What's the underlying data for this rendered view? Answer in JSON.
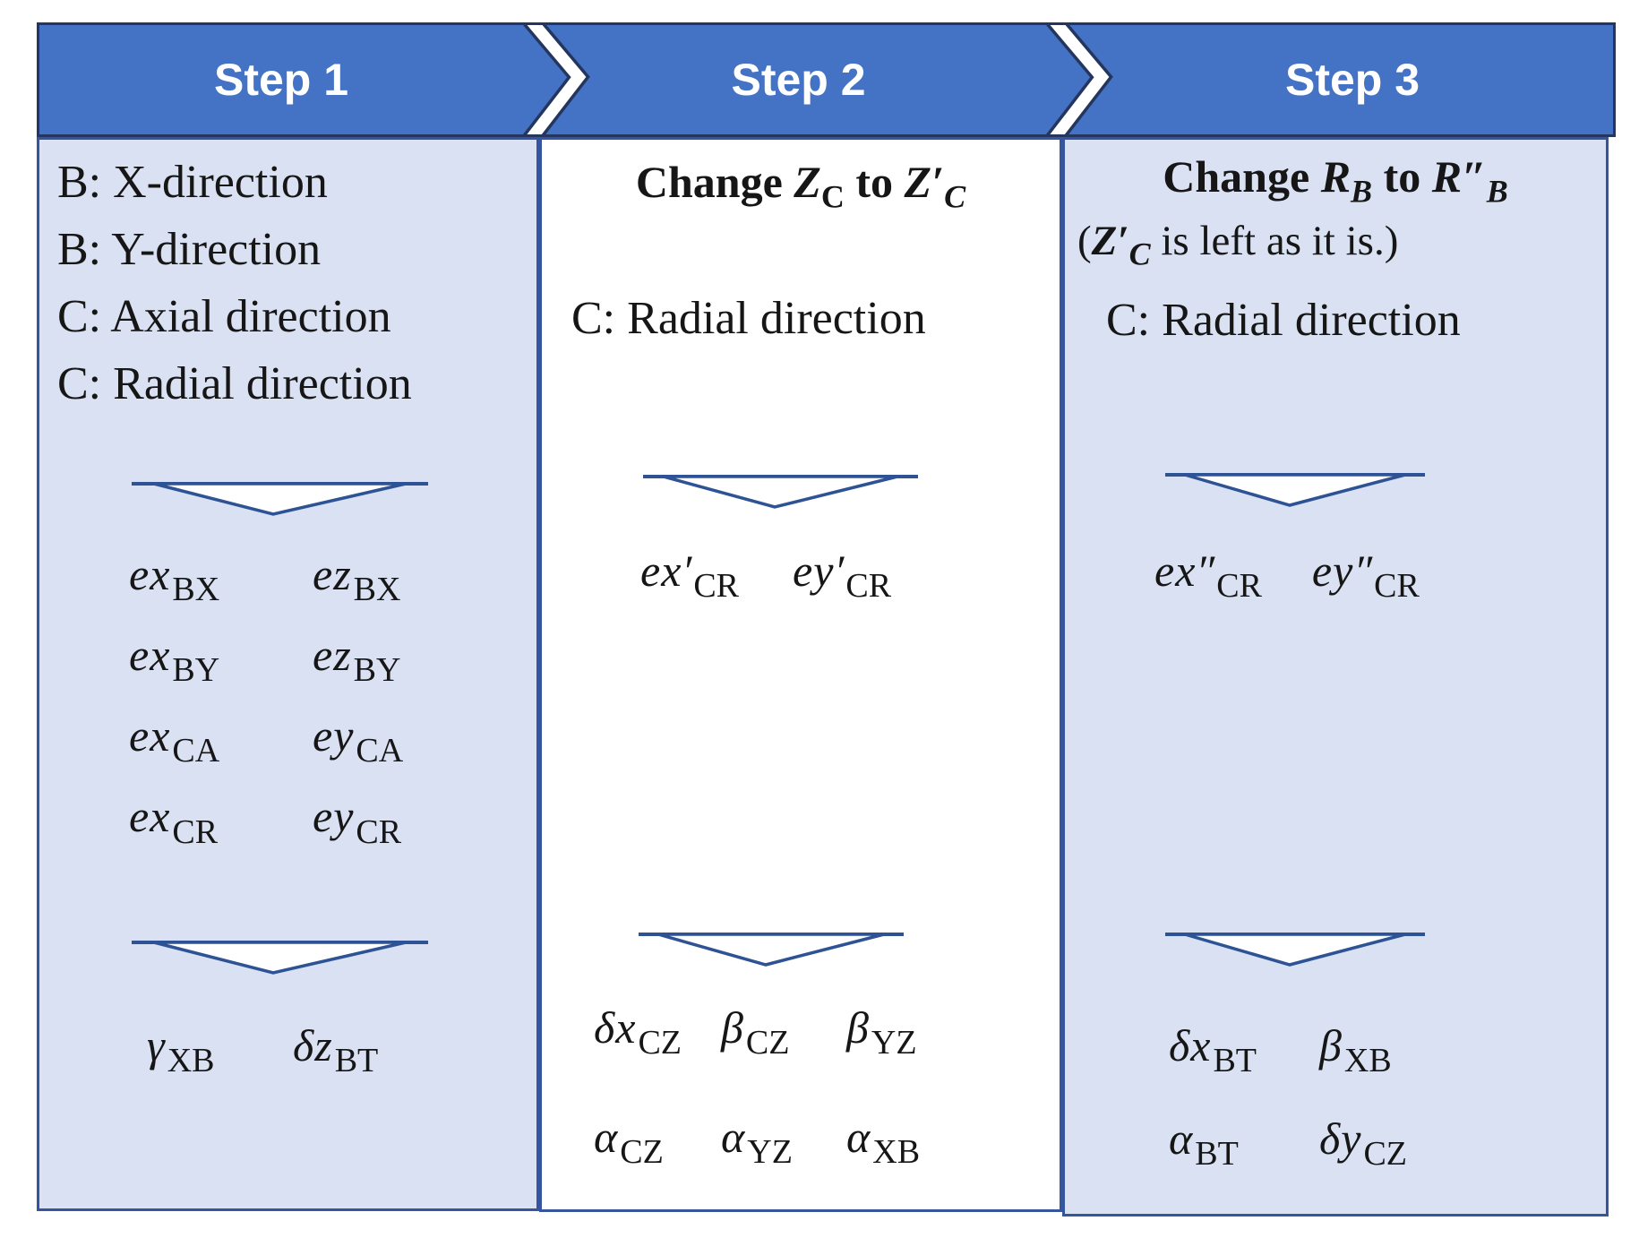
{
  "figure": {
    "type": "three-step process diagram",
    "colors": {
      "header_fill": "#4472C4",
      "header_border": "#24365E",
      "header_text": "#FFFFFF",
      "panel_border": "#35569E",
      "panel_fill_light_blue": "#D9E1F2",
      "panel_fill_white": "#FFFFFF",
      "triangle_stroke": "#2E5395",
      "body_text": "#161616"
    },
    "icons": {
      "separator": "chevron-right-icon",
      "consequence_marker": "triangle-down-icon"
    }
  },
  "steps": [
    {
      "header": "Step 1",
      "lines": [
        "B: X-direction",
        "B: Y-direction",
        "C: Axial direction",
        "C: Radial direction"
      ],
      "mid_terms": [
        {
          "base": "ex",
          "prime": "",
          "sub": "BX"
        },
        {
          "base": "ez",
          "prime": "",
          "sub": "BX"
        },
        {
          "base": "ex",
          "prime": "",
          "sub": "BY"
        },
        {
          "base": "ez",
          "prime": "",
          "sub": "BY"
        },
        {
          "base": "ex",
          "prime": "",
          "sub": "CA"
        },
        {
          "base": "ey",
          "prime": "",
          "sub": "CA"
        },
        {
          "base": "ex",
          "prime": "",
          "sub": "CR"
        },
        {
          "base": "ey",
          "prime": "",
          "sub": "CR"
        }
      ],
      "bottom_terms": [
        {
          "base": "γ",
          "prime": "",
          "sub": "XB"
        },
        {
          "base": "δz",
          "prime": "",
          "sub": "BT"
        }
      ]
    },
    {
      "header": "Step 2",
      "title": {
        "w1": "Change ",
        "v1": "Z",
        "s1": "C",
        "w2": " to ",
        "v2": "Z",
        "p2": "′",
        "s2": "C"
      },
      "lines": [
        "C: Radial direction"
      ],
      "mid_terms": [
        {
          "base": "ex",
          "prime": "′",
          "sub": "CR"
        },
        {
          "base": "ey",
          "prime": "′",
          "sub": "CR"
        }
      ],
      "bottom_terms": [
        {
          "base": "δx",
          "prime": "",
          "sub": "CZ"
        },
        {
          "base": "β",
          "prime": "",
          "sub": "CZ"
        },
        {
          "base": "β",
          "prime": "",
          "sub": "YZ"
        },
        {
          "base": "α",
          "prime": "",
          "sub": "CZ"
        },
        {
          "base": "α",
          "prime": "",
          "sub": "YZ"
        },
        {
          "base": "α",
          "prime": "",
          "sub": "XB"
        }
      ]
    },
    {
      "header": "Step 3",
      "title": {
        "w1": "Change ",
        "v1": "R",
        "s1": "B",
        "w2": " to ",
        "v2": "R",
        "p2": "″",
        "s2": "B"
      },
      "note": {
        "open": "(",
        "v": "Z",
        "p": "′",
        "s": "C",
        "rest": " is left as it is.)"
      },
      "lines": [
        "C: Radial direction"
      ],
      "mid_terms": [
        {
          "base": "ex",
          "prime": "″",
          "sub": "CR"
        },
        {
          "base": "ey",
          "prime": "″",
          "sub": "CR"
        }
      ],
      "bottom_terms": [
        {
          "base": "δx",
          "prime": "",
          "sub": "BT"
        },
        {
          "base": "β",
          "prime": "",
          "sub": "XB"
        },
        {
          "base": "α",
          "prime": "",
          "sub": "BT"
        },
        {
          "base": "δy",
          "prime": "",
          "sub": "CZ"
        }
      ]
    }
  ]
}
